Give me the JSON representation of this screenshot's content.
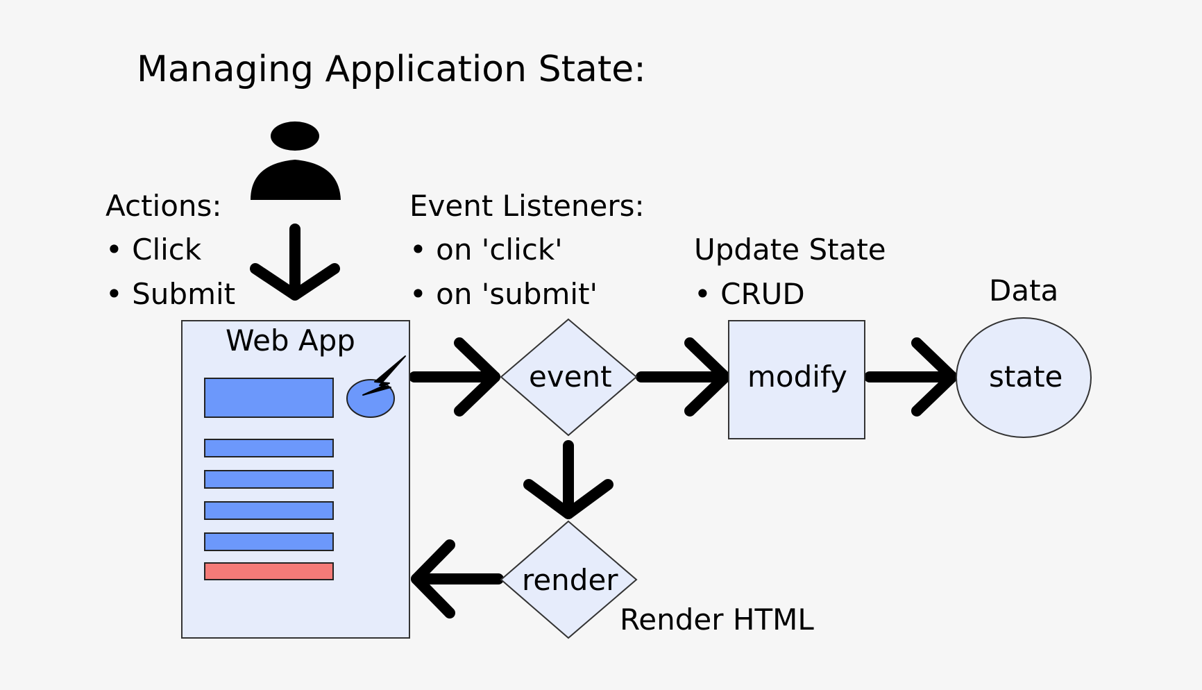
{
  "title": "Managing Application State:",
  "actions": {
    "heading": "Actions:",
    "items": [
      "• Click",
      "• Submit"
    ]
  },
  "listeners": {
    "heading": "Event Listeners:",
    "items": [
      "• on 'click'",
      "• on 'submit'"
    ]
  },
  "update": {
    "heading": "Update State",
    "items": [
      "• CRUD"
    ]
  },
  "data_label": "Data",
  "render_caption": "Render HTML",
  "nodes": {
    "webapp": "Web App",
    "event": "event",
    "modify": "modify",
    "state": "state",
    "render": "render"
  },
  "colors": {
    "node_fill": "#e6ecfb",
    "widget_blue": "#6c98fb",
    "widget_red": "#f47b78",
    "arrow": "#000000"
  },
  "icons": {
    "user": "user-icon",
    "click": "lightning-icon"
  }
}
